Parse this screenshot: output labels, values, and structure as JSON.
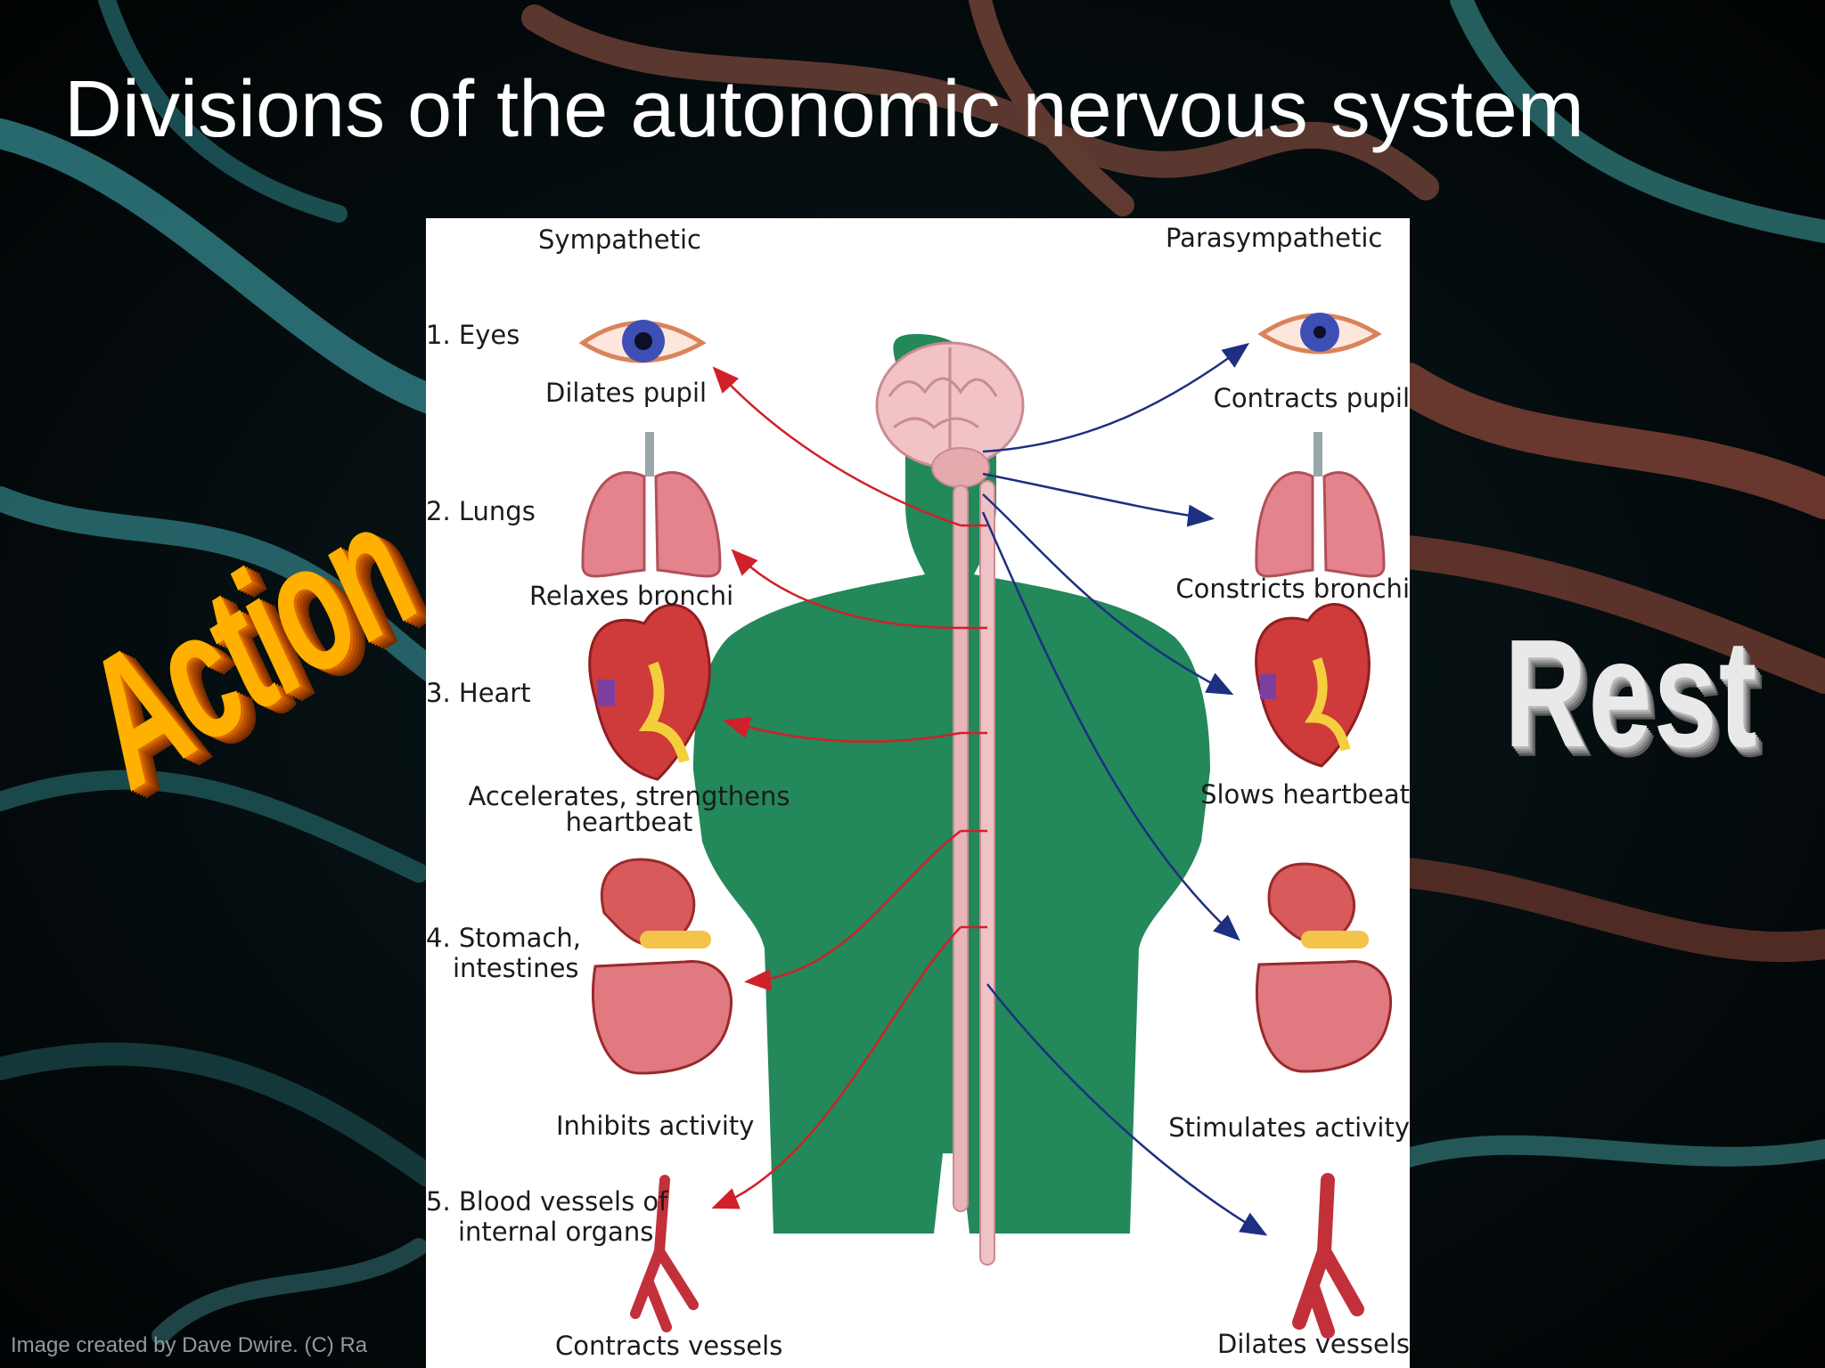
{
  "slide": {
    "title": "Divisions of the autonomic nervous system",
    "credit": "Image created by Dave Dwire. (C) Ra"
  },
  "figure": {
    "sympathetic_heading": "Sympathetic",
    "parasympathetic_heading": "Parasympathetic",
    "organs": [
      {
        "name": "1. Eyes",
        "sympathetic": "Dilates pupil",
        "parasympathetic": "Contracts pupil"
      },
      {
        "name": "2. Lungs",
        "sympathetic": "Relaxes bronchi",
        "parasympathetic": "Constricts bronchi"
      },
      {
        "name": "3. Heart",
        "sympathetic_line1": "Accelerates, strengthens",
        "sympathetic_line2": "heartbeat",
        "parasympathetic": "Slows heartbeat"
      },
      {
        "name_line1": "4. Stomach,",
        "name_line2": "intestines",
        "sympathetic": "Inhibits activity",
        "parasympathetic": "Stimulates activity"
      },
      {
        "name_line1": "5. Blood vessels of",
        "name_line2": "internal organs",
        "sympathetic": "Contracts vessels",
        "parasympathetic": "Dilates vessels"
      }
    ]
  },
  "side_labels": {
    "left": "Action",
    "right": "Rest"
  },
  "colors": {
    "sympathetic_arrow": "#d0202a",
    "parasympathetic_arrow": "#1d2f80",
    "body": "#23885a",
    "spine": "#e8b4b8",
    "organ_red": "#cf3a3a",
    "organ_pink": "#e5838d",
    "action_orange": "#ffb000",
    "rest_gray": "#e9e9e9"
  }
}
